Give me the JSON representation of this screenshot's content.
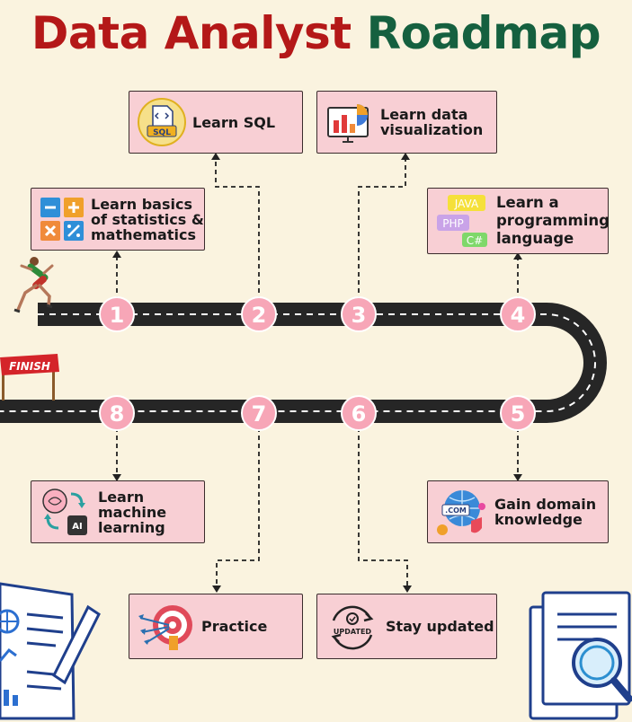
{
  "title": {
    "part1": "Data Analyst",
    "part2": "Roadmap"
  },
  "finish_banner": "FINISH",
  "steps": [
    {
      "number": "1",
      "label": "Learn basics of statistics & mathematics",
      "icon": "math-operators-icon"
    },
    {
      "number": "2",
      "label": "Learn SQL",
      "icon": "sql-file-icon"
    },
    {
      "number": "3",
      "label": "Learn data visualization",
      "icon": "chart-monitor-icon"
    },
    {
      "number": "4",
      "label": "Learn a programming language",
      "icon": "code-languages-icon"
    },
    {
      "number": "5",
      "label": "Gain domain knowledge",
      "icon": "globe-domain-icon"
    },
    {
      "number": "6",
      "label": "Stay updated",
      "icon": "refresh-updated-icon"
    },
    {
      "number": "7",
      "label": "Practice",
      "icon": "target-practice-icon"
    },
    {
      "number": "8",
      "label": "Learn machine learning",
      "icon": "ai-brain-icon"
    }
  ],
  "icon_text": {
    "sql": "SQL",
    "java": "JAVA",
    "php": "PHP",
    "csharp": "C#",
    "com": ".COM",
    "updated": "UPDATED",
    "ai": "AI"
  },
  "colors": {
    "title_red": "#b41818",
    "title_green": "#15603f",
    "card_bg": "#f8cfd4",
    "road": "#262626",
    "marker": "#f7a6b7",
    "background": "#faf3df"
  }
}
